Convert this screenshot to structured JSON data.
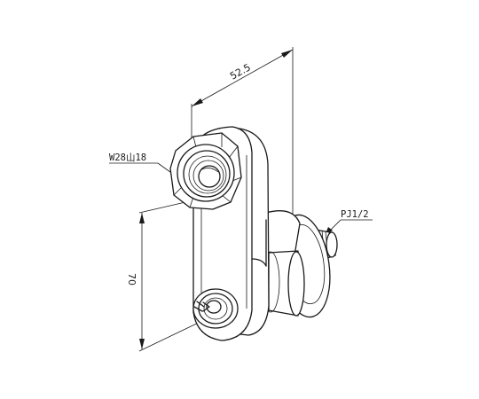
{
  "dimensions": {
    "horizontal": "52.5",
    "vertical": "70"
  },
  "callouts": {
    "nut_thread": "W28山18",
    "pipe_thread": "PJ1/2"
  },
  "colors": {
    "line": "#1a1a1a",
    "background": "#ffffff"
  }
}
